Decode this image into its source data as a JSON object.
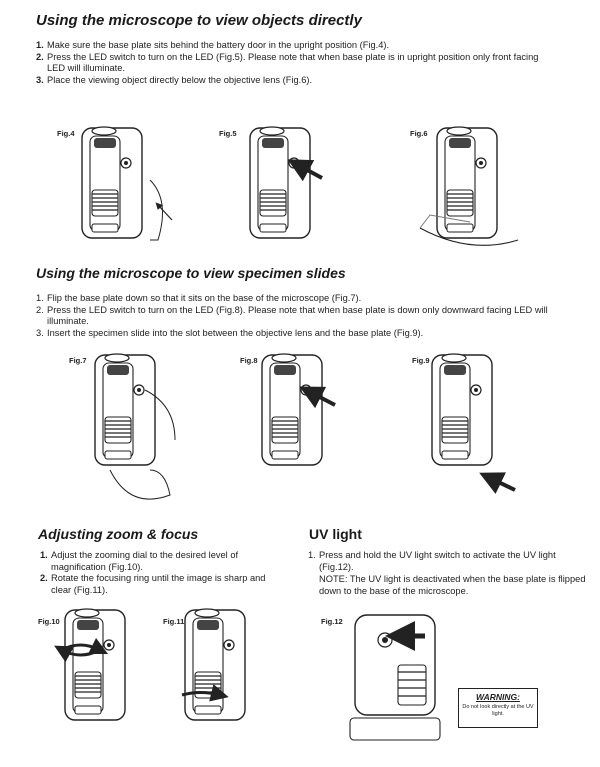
{
  "section1": {
    "title": "Using the microscope to view objects directly",
    "steps": [
      {
        "num": "1.",
        "text": "Make sure the base plate sits behind the battery door in the upright position (Fig.4)."
      },
      {
        "num": "2.",
        "text": "Press the LED switch to turn on the LED (Fig.5).  Please note that when base plate is in upright position only front facing LED will illuminate."
      },
      {
        "num": "3.",
        "text": "Place the viewing object directly below the objective lens (Fig.6)."
      }
    ],
    "figs": [
      "Fig.4",
      "Fig.5",
      "Fig.6"
    ]
  },
  "section2": {
    "title": "Using the microscope to view specimen slides",
    "steps": [
      {
        "num": "1.",
        "text": "Flip the base plate down so that it sits on the base of the microscope (Fig.7)."
      },
      {
        "num": "2.",
        "text": "Press the LED switch to turn on the LED (Fig.8).  Please note that when base plate is down only downward facing LED will illuminate."
      },
      {
        "num": "3.",
        "text": "Insert the specimen slide into the slot between the objective lens and the base plate (Fig.9)."
      }
    ],
    "figs": [
      "Fig.7",
      "Fig.8",
      "Fig.9"
    ]
  },
  "section3": {
    "title": "Adjusting zoom & focus",
    "steps": [
      {
        "num": "1.",
        "text": "Adjust the zooming dial to the desired level of magnification (Fig.10)."
      },
      {
        "num": "2.",
        "text": "Rotate the focusing ring until the image is sharp and clear (Fig.11)."
      }
    ],
    "figs": [
      "Fig.10",
      "Fig.11"
    ]
  },
  "section4": {
    "title": "UV light",
    "steps": [
      {
        "num": "1.",
        "text": "Press and hold the UV light switch to activate the UV light (Fig.12)."
      }
    ],
    "note": "NOTE: The UV light is deactivated when the base plate is flipped down to the base of the microscope.",
    "figs": [
      "Fig.12"
    ],
    "warning": {
      "title": "WARNING:",
      "body": "Do not look directly at the UV light."
    }
  },
  "icons": [
    "microscope-illustration",
    "arrow-icon",
    "rotate-arrow-icon"
  ]
}
